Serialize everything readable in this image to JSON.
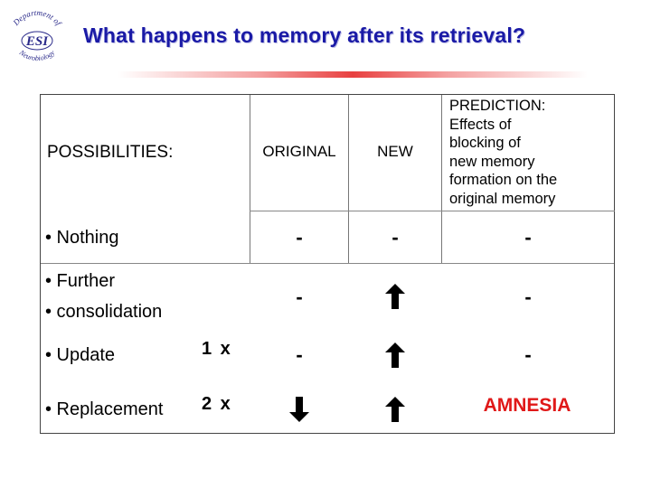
{
  "logo": {
    "arc_top": "Department of",
    "mark": "ESI",
    "arc_bottom": "Neurobiology"
  },
  "title": "What happens to memory after its retrieval?",
  "table": {
    "headers": {
      "possibilities": "POSSIBILITIES:",
      "original": "ORIGINAL",
      "new": "NEW",
      "prediction": [
        "PREDICTION:",
        "Effects of",
        "blocking of",
        "new memory",
        "formation on the",
        "original memory"
      ]
    },
    "rows": [
      {
        "label": [
          "• Nothing"
        ],
        "multiplier": "",
        "original": "-",
        "new": "-",
        "prediction": "-"
      },
      {
        "label": [
          "• Further",
          "• consolidation"
        ],
        "multiplier": "",
        "original": "-",
        "new": "up-arrow",
        "prediction": "-"
      },
      {
        "label": [
          "• Update"
        ],
        "multiplier": "1 x",
        "original": "-",
        "new": "up-arrow",
        "prediction": "-"
      },
      {
        "label": [
          "• Replacement"
        ],
        "multiplier": "2 x",
        "original": "down-arrow",
        "new": "up-arrow",
        "prediction": "AMNESIA"
      }
    ]
  },
  "colors": {
    "title": "#1a1aa6",
    "amnesia": "#e01818",
    "rule": "#e84040"
  }
}
